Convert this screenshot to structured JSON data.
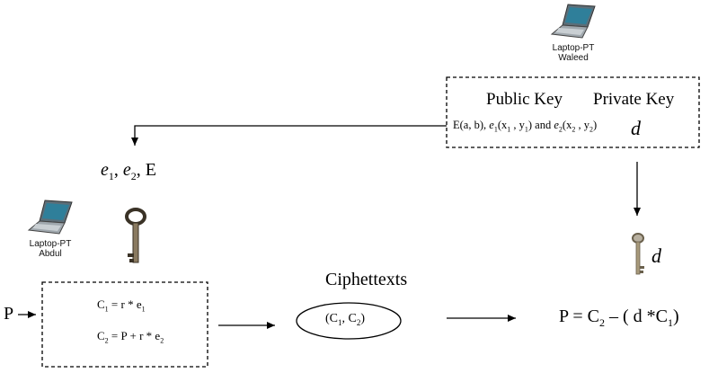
{
  "waleed": {
    "device": "Laptop-PT",
    "name": "Waleed",
    "public_key_title": "Public Key",
    "private_key_title": "Private Key",
    "public_key_prefix": "E(a, b), ",
    "e1": "e",
    "e1_sub": "1",
    "e1_point": "(x",
    "e1_point_sub": "1",
    "e1_point_end": " , y",
    "e1_point_sub2": "1",
    "e1_close": ")",
    "and_text": " and ",
    "e2": "e",
    "e2_sub": "2",
    "e2_point": "(x",
    "e2_point_sub": "2",
    "e2_point_end": " , y",
    "e2_point_sub2": "2",
    "e2_close": ")",
    "private_key_value": "d"
  },
  "shared_public": {
    "e1": "e",
    "e1_sub": "1",
    "sep1": ", ",
    "e2": "e",
    "e2_sub": "2",
    "sep2": ", E"
  },
  "abdul": {
    "device": "Laptop-PT",
    "name": "Abdul"
  },
  "plaintext_input": "P",
  "encryption": {
    "c1_lhs": "C",
    "c1_sub": "1",
    "c1_rhs": " = r * e",
    "c1_rhs_sub": "1",
    "c2_lhs": "C",
    "c2_sub": "2",
    "c2_rhs": " =  P + r * e",
    "c2_rhs_sub": "2"
  },
  "ciphertexts": {
    "title": "Ciphettexts",
    "value_open": "(C",
    "value_sub1": "1",
    "value_mid": ", C",
    "value_sub2": "2",
    "value_close": ")"
  },
  "decryption": {
    "private_key_label": "d",
    "formula_a": "P = C",
    "formula_sub1": "2",
    "formula_b": " – ( d *C",
    "formula_sub2": "1",
    "formula_c": ")"
  },
  "colors": {
    "laptop_screen": "#2f7f9a",
    "laptop_body": "#9fa7ad",
    "key_metal": "#8a7a60",
    "key_dark": "#3a3226"
  },
  "icons": [
    "laptop-icon",
    "laptop-icon",
    "key-icon",
    "key-icon"
  ]
}
